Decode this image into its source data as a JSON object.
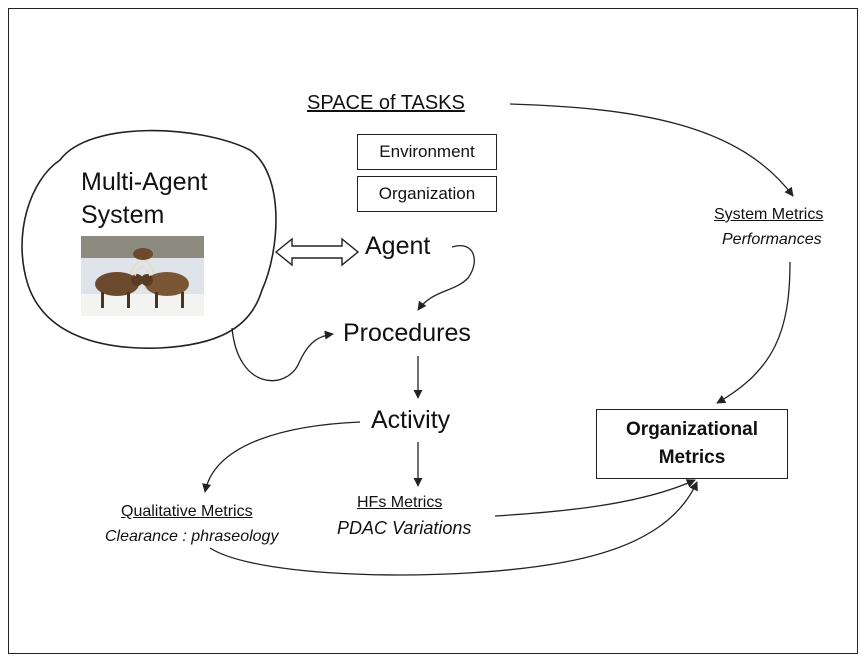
{
  "diagram": {
    "space_of_tasks": "SPACE of TASKS",
    "environment": "Environment",
    "organization": "Organization",
    "mas_title_line1": "Multi-Agent",
    "mas_title_line2": "System",
    "agent": "Agent",
    "procedures": "Procedures",
    "activity": "Activity",
    "system_metrics": "System Metrics",
    "performances": "Performances",
    "org_metrics_line1": "Organizational",
    "org_metrics_line2": "Metrics",
    "qualitative_metrics": "Qualitative Metrics",
    "clearance": "Clearance : phraseology",
    "hfs_metrics": "HFs Metrics",
    "pdac": "PDAC Variations",
    "image_subject": "elk-fighting-photo"
  },
  "colors": {
    "line": "#222222",
    "background": "#ffffff"
  }
}
